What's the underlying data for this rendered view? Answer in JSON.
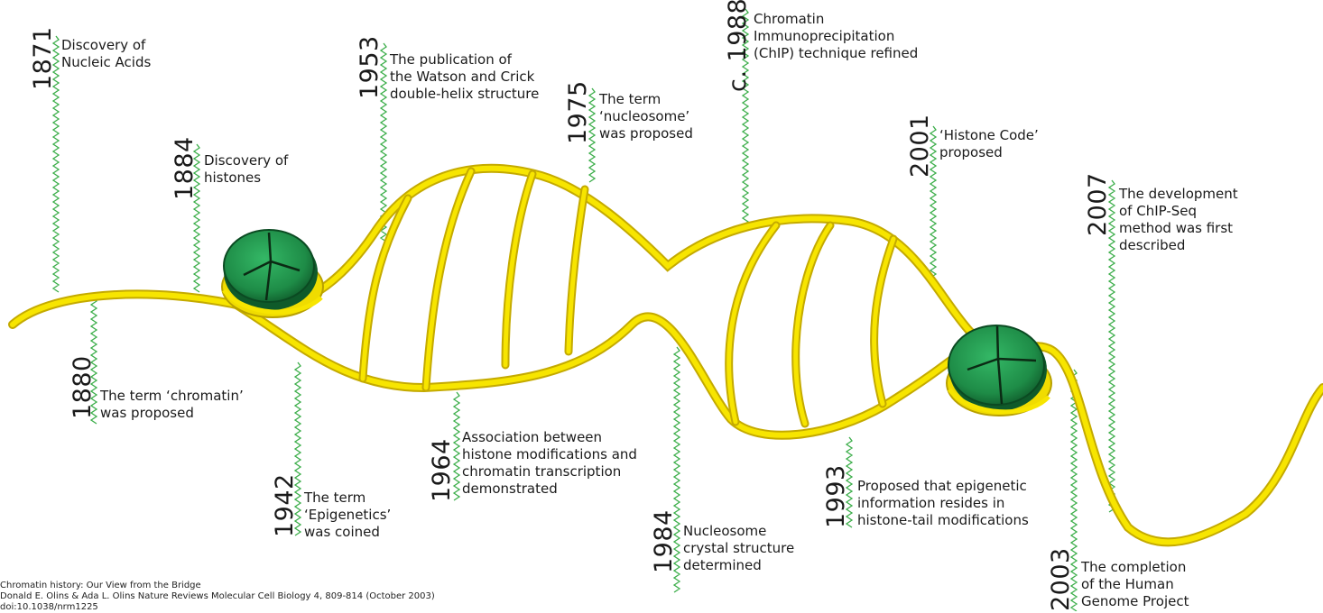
{
  "timeline": {
    "events": [
      {
        "year": "1871",
        "lines": [
          "Discovery of",
          "Nucleic Acids"
        ]
      },
      {
        "year": "1880",
        "lines": [
          "The term ‘chromatin’",
          "was proposed"
        ]
      },
      {
        "year": "1884",
        "lines": [
          "Discovery of",
          "histones"
        ]
      },
      {
        "year": "1942",
        "lines": [
          "The term",
          "‘Epigenetics’",
          "was coined"
        ]
      },
      {
        "year": "1953",
        "lines": [
          "The publication of",
          "the Watson and Crick",
          "double-helix structure"
        ]
      },
      {
        "year": "1964",
        "lines": [
          "Association between",
          "histone modifications and",
          "chromatin transcription",
          "demonstrated"
        ]
      },
      {
        "year": "1975",
        "lines": [
          "The term",
          "‘nucleosome’",
          "was proposed"
        ]
      },
      {
        "year": "1984",
        "lines": [
          "Nucleosome",
          "crystal structure",
          "determined"
        ]
      },
      {
        "year": "c. 1988",
        "lines": [
          "Chromatin",
          "Immunoprecipitation",
          "(ChIP) technique refined"
        ]
      },
      {
        "year": "1993",
        "lines": [
          "Proposed that epigenetic",
          "information resides in",
          "histone-tail modifications"
        ]
      },
      {
        "year": "2001",
        "lines": [
          "‘Histone Code’",
          "proposed"
        ]
      },
      {
        "year": "2003",
        "lines": [
          "The completion",
          "of the Human",
          "Genome Project"
        ]
      },
      {
        "year": "2007",
        "lines": [
          "The development",
          "of ChIP-Seq",
          "method was first",
          "described"
        ]
      }
    ]
  },
  "citation": {
    "line1": "Chromatin history: Our View from the Bridge",
    "line2": "Donald E. Olins & Ada L. Olins Nature Reviews Molecular Cell Biology 4, 809-814 (October 2003)",
    "line3": "doi:10.1038/nrm1225"
  },
  "colors": {
    "dna_strand": "#f7e500",
    "dna_outline": "#b8a000",
    "histone_green": "#1f9a4e",
    "histone_dark": "#0f5a2a",
    "connector_green": "#3cae4a"
  }
}
